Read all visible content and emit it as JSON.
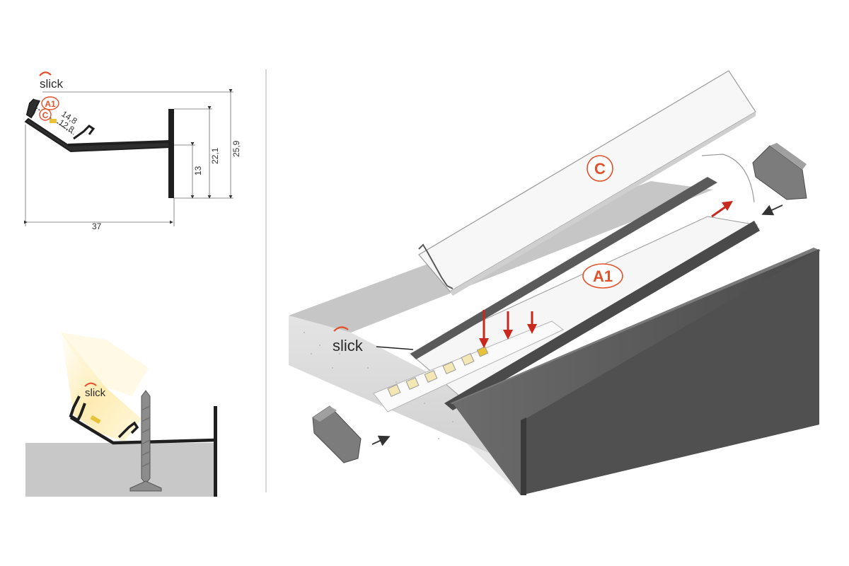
{
  "brand": {
    "name": "slick",
    "accent_color": "#e2512a"
  },
  "profile_section": {
    "badges": {
      "a1": "A1",
      "c": "C"
    },
    "dimensions": {
      "diffuser_width": "14,8",
      "led_width": "12,8",
      "inner_height": "13",
      "flange_height": "22,1",
      "total_height": "25,9",
      "total_width": "37"
    }
  },
  "installation_section": {
    "brand_label": "slick"
  },
  "exploded_view": {
    "brand_label": "slick",
    "cover_label": "C",
    "profile_label": "A1",
    "arrow_color_insert": "#c8281e",
    "arrow_color_endcap": "#3a3a3a"
  },
  "colors": {
    "profile_dark": "#3e3e3e",
    "surface_gray": "#c8c8c8",
    "diffuser_white": "#f7f7f7",
    "divider": "#c9c9c9"
  }
}
